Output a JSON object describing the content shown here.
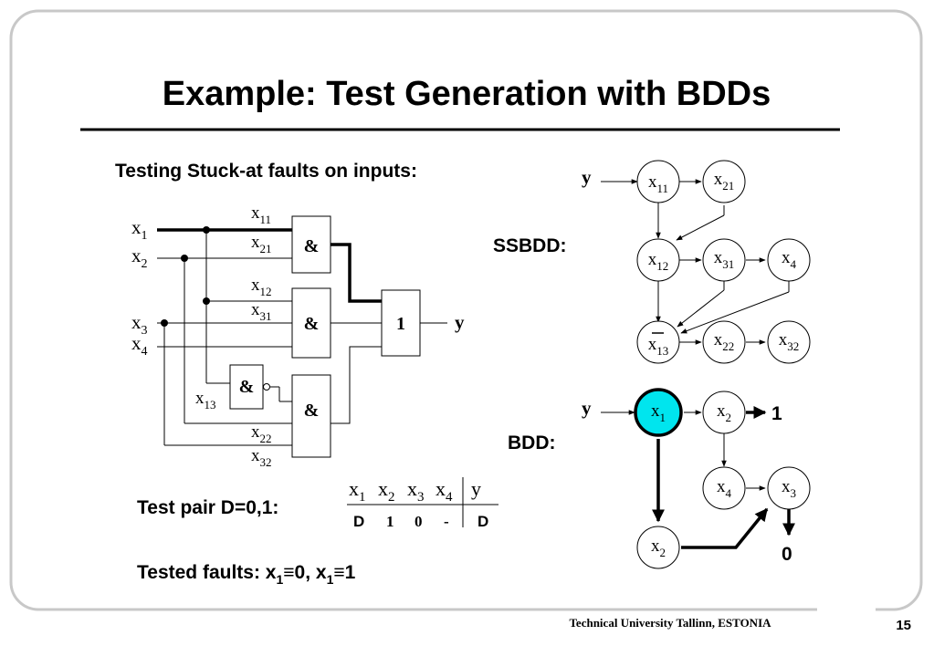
{
  "slide": {
    "title": "Example: Test Generation with BDDs",
    "subtitle": "Testing Stuck-at faults on inputs:",
    "footer": "Technical University Tallinn, ESTONIA",
    "page_number": "15"
  },
  "circuit": {
    "gate_and": "&",
    "gate_or": "1",
    "output": "y",
    "inputs": [
      {
        "base": "x",
        "sub": "1"
      },
      {
        "base": "x",
        "sub": "2"
      },
      {
        "base": "x",
        "sub": "3"
      },
      {
        "base": "x",
        "sub": "4"
      }
    ],
    "branches": [
      {
        "base": "x",
        "sub": "11"
      },
      {
        "base": "x",
        "sub": "21"
      },
      {
        "base": "x",
        "sub": "12"
      },
      {
        "base": "x",
        "sub": "31"
      },
      {
        "base": "x",
        "sub": "13"
      },
      {
        "base": "x",
        "sub": "22"
      },
      {
        "base": "x",
        "sub": "32"
      }
    ]
  },
  "ssbdd": {
    "label": "SSBDD:",
    "root": "y",
    "nodes": [
      {
        "base": "x",
        "sub": "11"
      },
      {
        "base": "x",
        "sub": "21"
      },
      {
        "base": "x",
        "sub": "12"
      },
      {
        "base": "x",
        "sub": "31"
      },
      {
        "base": "x",
        "sub": "4"
      },
      {
        "base": "x",
        "sub": "13"
      },
      {
        "base": "x",
        "sub": "22"
      },
      {
        "base": "x",
        "sub": "32"
      }
    ]
  },
  "bdd": {
    "label": "BDD:",
    "root": "y",
    "highlight_color": "#00e5ee",
    "nodes": [
      {
        "base": "x",
        "sub": "1"
      },
      {
        "base": "x",
        "sub": "2"
      },
      {
        "base": "x",
        "sub": "4"
      },
      {
        "base": "x",
        "sub": "3"
      },
      {
        "base": "x",
        "sub": "2"
      }
    ],
    "terminal_1": "1",
    "terminal_0": "0"
  },
  "test": {
    "label": "Test pair D=0,1:",
    "headers": [
      {
        "base": "x",
        "sub": "1"
      },
      {
        "base": "x",
        "sub": "2"
      },
      {
        "base": "x",
        "sub": "3"
      },
      {
        "base": "x",
        "sub": "4"
      }
    ],
    "header_y": "y",
    "values": [
      "D",
      "1",
      "0",
      "-"
    ],
    "value_y": "D"
  },
  "faults": {
    "prefix": "Tested faults: x",
    "sub1": "1",
    "mid": "≡0, x",
    "sub2": "1",
    "end": "≡1"
  }
}
